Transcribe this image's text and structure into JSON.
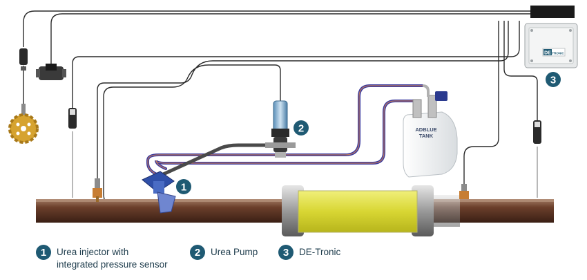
{
  "colors": {
    "badge": "#1f5a73",
    "legend_text": "#1e3c4c",
    "pipe": "#6b3f2b",
    "catalyst": "#d8d633",
    "cable": "#2a2a2a",
    "urea_line": "#3a3aa0"
  },
  "callouts": [
    {
      "number": "1",
      "label_lines": [
        "Urea injector with",
        "integrated pressure sensor"
      ]
    },
    {
      "number": "2",
      "label_lines": [
        "Urea Pump"
      ]
    },
    {
      "number": "3",
      "label_lines": [
        "DE-Tronic"
      ]
    }
  ],
  "tank": {
    "label_line1": "ADBLUE",
    "label_line2": "TANK"
  },
  "controller": {
    "brand_prefix": "DE",
    "brand_suffix": "TRONIC"
  }
}
